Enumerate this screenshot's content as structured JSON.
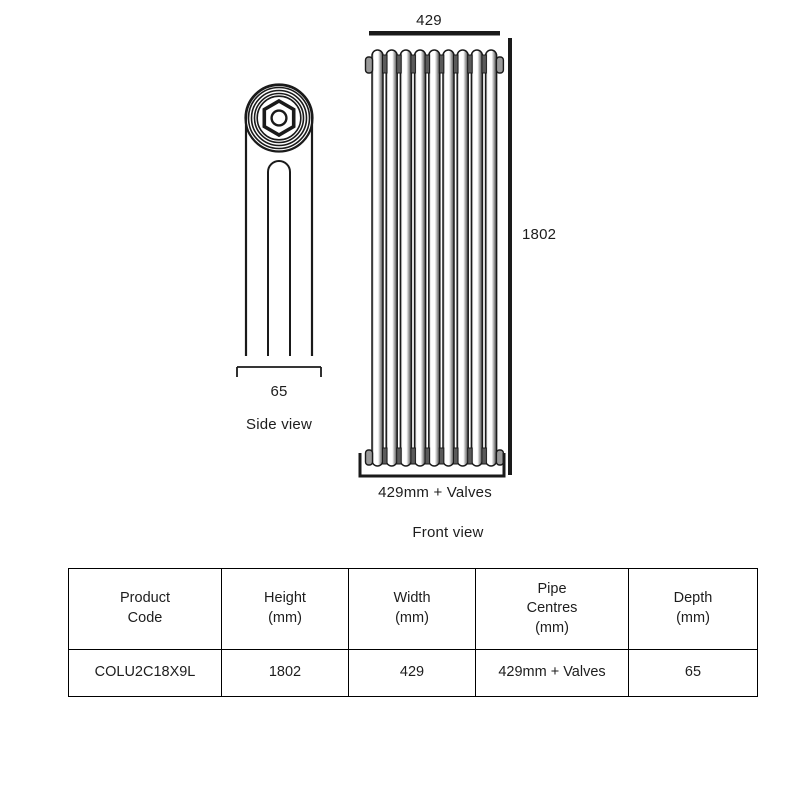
{
  "drawing": {
    "title_front": "Front view",
    "title_side": "Side view",
    "dimensions": {
      "width_top": "429",
      "height_right": "1802",
      "pipe_centres_bottom": "429mm + Valves",
      "depth_side": "65"
    },
    "front_view": {
      "column_count": 9,
      "product_type": "2-column vertical radiator"
    },
    "side_view": {
      "feature": "hex air vent with concentric rings"
    },
    "colors": {
      "line": "#1a1a1a",
      "fill": "#ffffff",
      "shade": "#9a9a9a",
      "background": "#ffffff"
    }
  },
  "spec_table": {
    "headers": [
      {
        "line1": "Product",
        "line2": "Code"
      },
      {
        "line1": "Height",
        "line2": "(mm)"
      },
      {
        "line1": "Width",
        "line2": "(mm)"
      },
      {
        "line1": "Pipe",
        "line2": "Centres",
        "line3": "(mm)"
      },
      {
        "line1": "Depth",
        "line2": "(mm)"
      }
    ],
    "row": {
      "product_code": "COLU2C18X9L",
      "height": "1802",
      "width": "429",
      "pipe_centres": "429mm + Valves",
      "depth": "65"
    }
  }
}
